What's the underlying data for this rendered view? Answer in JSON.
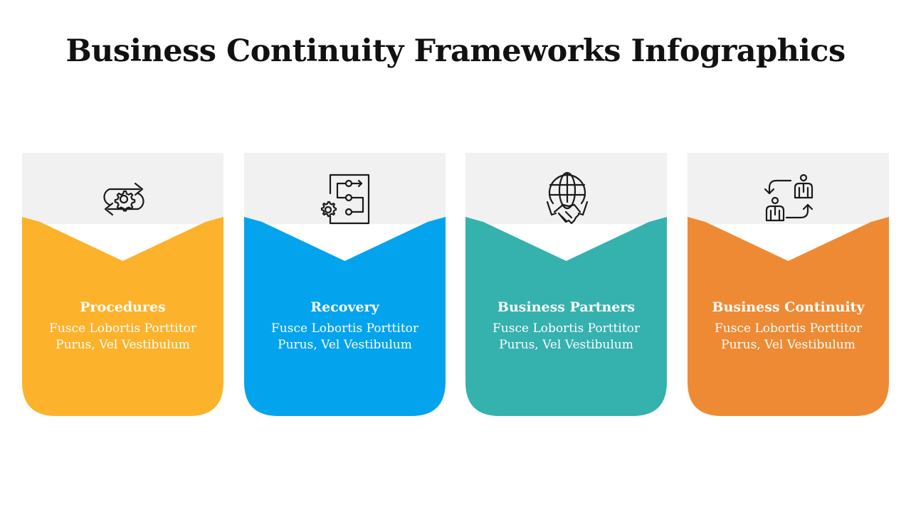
{
  "title": "Business Continuity Frameworks Infographics",
  "cards": [
    {
      "title": "Procedures",
      "text": "Fusce Lobortis Porttitor Purus, Vel Vestibulum",
      "color": "#FDB22B",
      "icon": "gear-cycle-icon"
    },
    {
      "title": "Recovery",
      "text": "Fusce Lobortis Porttitor Purus, Vel Vestibulum",
      "color": "#03A3EE",
      "icon": "process-flow-icon"
    },
    {
      "title": "Business Partners",
      "text": "Fusce Lobortis Porttitor Purus, Vel Vestibulum",
      "color": "#35B1AE",
      "icon": "globe-handshake-icon"
    },
    {
      "title": "Business Continuity",
      "text": "Fusce Lobortis Porttitor Purus, Vel Vestibulum",
      "color": "#EE8A34",
      "icon": "people-exchange-icon"
    }
  ],
  "colors": {
    "header_bg": "#F1F1F1",
    "icon_stroke": "#1a1a1a"
  }
}
